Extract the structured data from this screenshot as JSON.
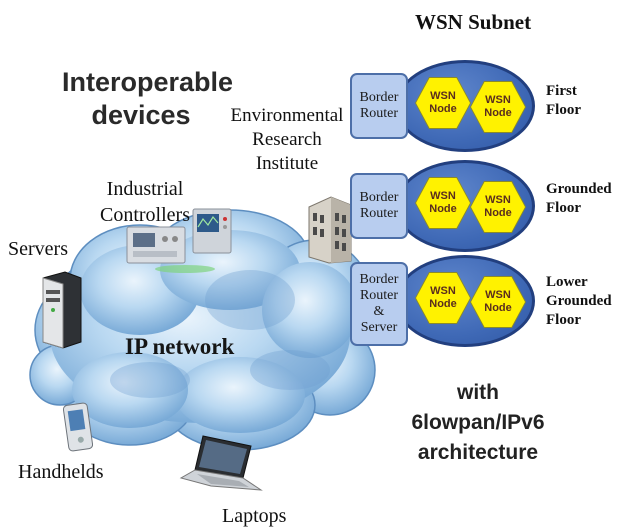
{
  "title": "WSN Subnet",
  "left_heading": [
    "Interoperable",
    "devices"
  ],
  "network_label": "IP network",
  "devices": {
    "environmental": [
      "Environmental",
      "Research",
      "Institute"
    ],
    "industrial": [
      "Industrial",
      "Controllers"
    ],
    "servers": "Servers",
    "handhelds": "Handhelds",
    "laptops": "Laptops"
  },
  "floors": [
    {
      "router": [
        "Border",
        "Router"
      ],
      "nodes": [
        [
          "WSN",
          "Node"
        ],
        [
          "WSN",
          "Node"
        ]
      ],
      "label": [
        "First",
        "Floor"
      ]
    },
    {
      "router": [
        "Border",
        "Router"
      ],
      "nodes": [
        [
          "WSN",
          "Node"
        ],
        [
          "WSN",
          "Node"
        ]
      ],
      "label": [
        "Grounded",
        "Floor"
      ]
    },
    {
      "router": [
        "Border",
        "Router",
        "&",
        "Server"
      ],
      "nodes": [
        [
          "WSN",
          "Node"
        ],
        [
          "WSN",
          "Node"
        ]
      ],
      "label": [
        "Lower",
        "Grounded",
        "Floor"
      ]
    }
  ],
  "architecture": [
    "with",
    "6lowpan/IPv6",
    "architecture"
  ],
  "colors": {
    "ellipse": "#3f69b6",
    "router_fill": "#b8cdef",
    "node_fill": "#fff200",
    "cloud": "#9cc6ea"
  }
}
